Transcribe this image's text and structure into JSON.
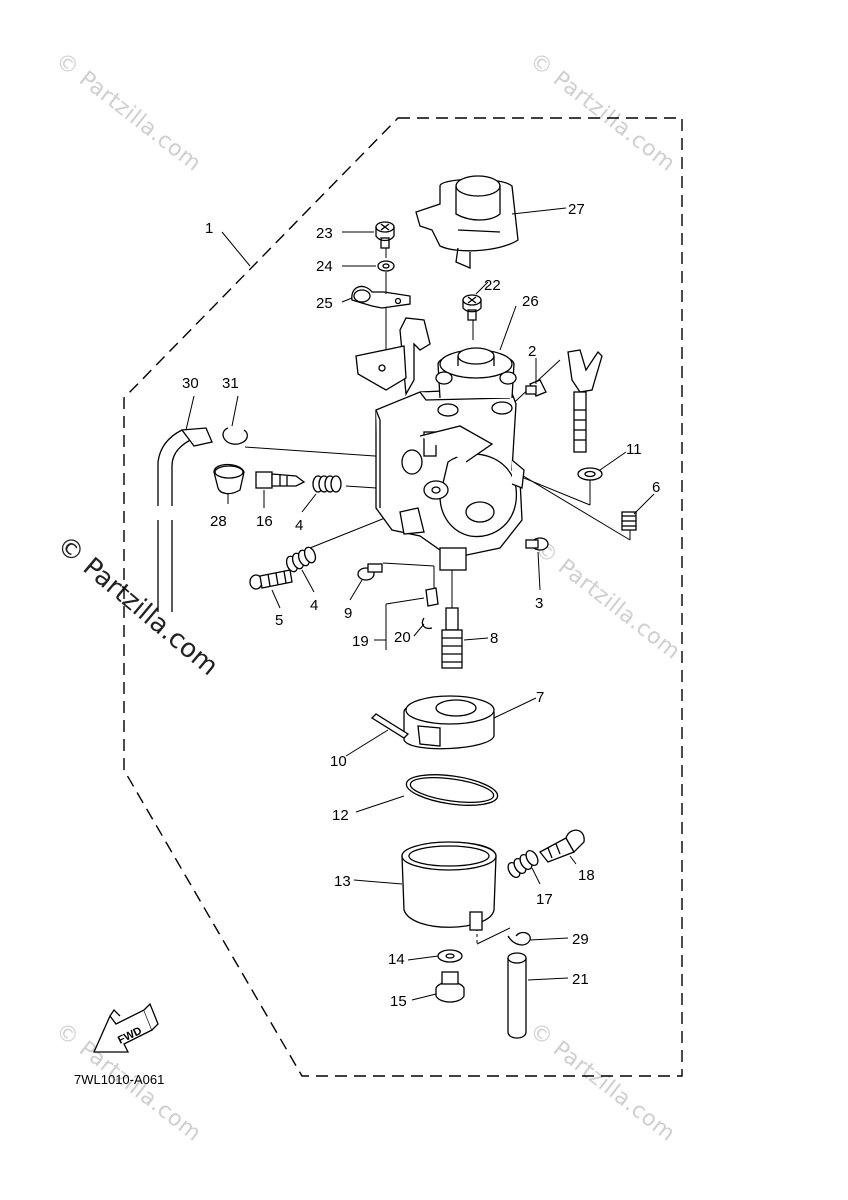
{
  "diagram": {
    "code": "7WL1010-A061",
    "fwd_label": "FWD",
    "watermark": "© Partzilla.com",
    "callouts": [
      "1",
      "2",
      "3",
      "4",
      "4",
      "5",
      "6",
      "7",
      "8",
      "9",
      "10",
      "11",
      "12",
      "13",
      "14",
      "15",
      "16",
      "17",
      "18",
      "19",
      "20",
      "21",
      "22",
      "23",
      "24",
      "25",
      "26",
      "27",
      "28",
      "29",
      "30",
      "31"
    ]
  },
  "colors": {
    "line": "#000000",
    "fill": "#ffffff",
    "watermark": "#cfcfcf"
  }
}
